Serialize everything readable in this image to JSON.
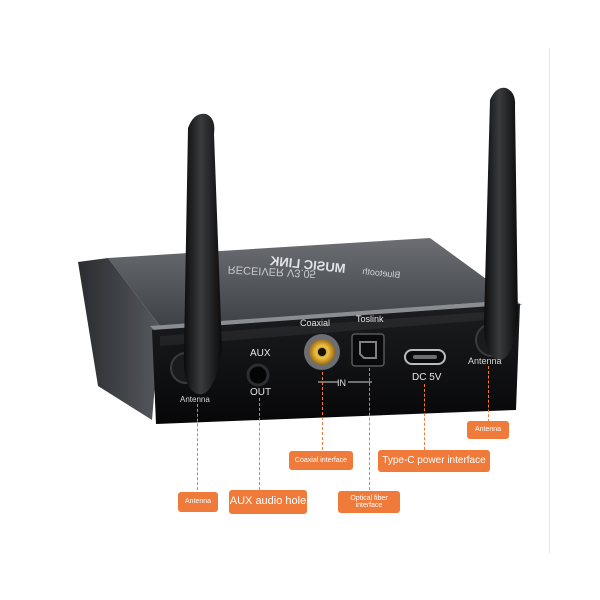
{
  "device": {
    "brand_text": "MUSIC LINK",
    "bt_text": "Bluetooth",
    "receiver_text": "RECEIVER V3.05",
    "port_labels": {
      "aux": "AUX",
      "out": "OUT",
      "coaxial": "Coaxial",
      "toslink": "Toslink",
      "in": "IN",
      "dc": "DC 5V",
      "antenna_left": "Antenna",
      "antenna_right": "Antenna"
    }
  },
  "callouts": {
    "antenna_left": "Antenna",
    "aux_hole": "AUX audio hole",
    "coaxial": "Coaxial interface",
    "optical": "Optical fiber interface",
    "typec": "Type-C power interface",
    "antenna_right": "Antenna"
  },
  "colors": {
    "accent": "#f07a3a",
    "body": "#4a4d52",
    "front": "#0e0f11"
  }
}
